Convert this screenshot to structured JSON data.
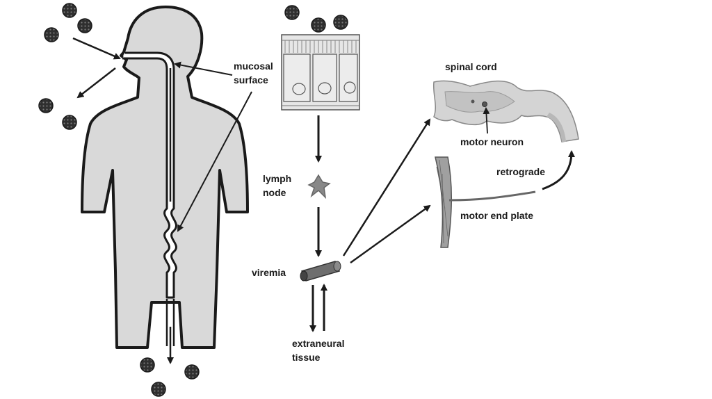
{
  "labels": {
    "mucosal_surface_1": "mucosal",
    "mucosal_surface_2": "surface",
    "spinal_cord": "spinal cord",
    "motor_neuron": "motor neuron",
    "retrograde": "retrograde",
    "lymph_node_1": "lymph",
    "lymph_node_2": "node",
    "motor_end_plate": "motor end plate",
    "viremia": "viremia",
    "extraneural_tissue_1": "extraneural",
    "extraneural_tissue_2": "tissue"
  },
  "colors": {
    "body_fill": "#d9d9d9",
    "outline": "#1a1a1a",
    "virus": "#3a3a3a",
    "tissue": "#cfcfcf"
  }
}
